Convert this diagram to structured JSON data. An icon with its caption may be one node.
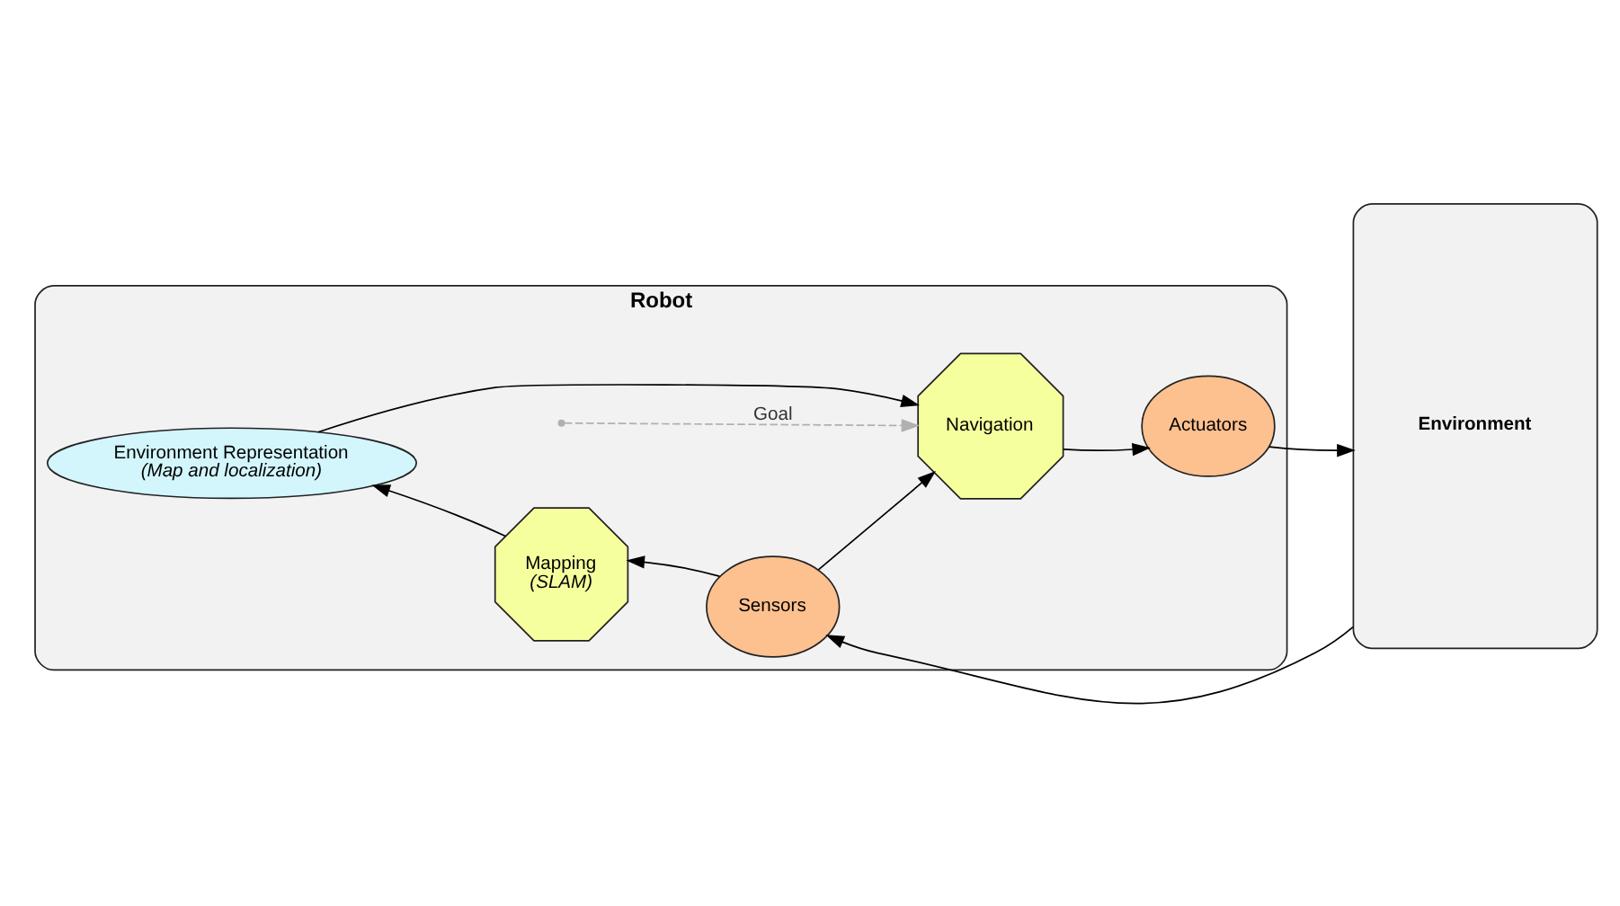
{
  "diagram": {
    "nodes": [
      {
        "text": [
          "Robot"
        ]
      },
      {
        "text": [
          "Environment Representation",
          "(Map and localization)"
        ],
        "in": 0
      },
      {
        "text": [
          "Mapping",
          "(SLAM)"
        ],
        "in": 0
      },
      {
        "text": [
          "Sensors"
        ],
        "in": 0
      },
      {
        "text": [
          "Navigation"
        ],
        "in": 0
      },
      {
        "text": [
          "Actuators"
        ],
        "in": 0
      },
      {
        "text": [
          "Environment"
        ]
      }
    ],
    "edges": [
      {
        "from": 6,
        "to": 3,
        "arrow": "to"
      },
      {
        "from": 3,
        "to": 2,
        "arrow": "to"
      },
      {
        "from": 2,
        "to": 1,
        "arrow": "to"
      },
      {
        "from": 1,
        "to": 4,
        "arrow": "to"
      },
      {
        "from": 3,
        "to": 4,
        "arrow": "to"
      },
      {
        "from": null,
        "to": 4,
        "arrow": "to",
        "label": "Goal",
        "style": "dashed",
        "color": "#b0b0b0"
      },
      {
        "from": 4,
        "to": 5,
        "arrow": "to"
      },
      {
        "from": 5,
        "to": 6,
        "arrow": "to"
      }
    ]
  }
}
